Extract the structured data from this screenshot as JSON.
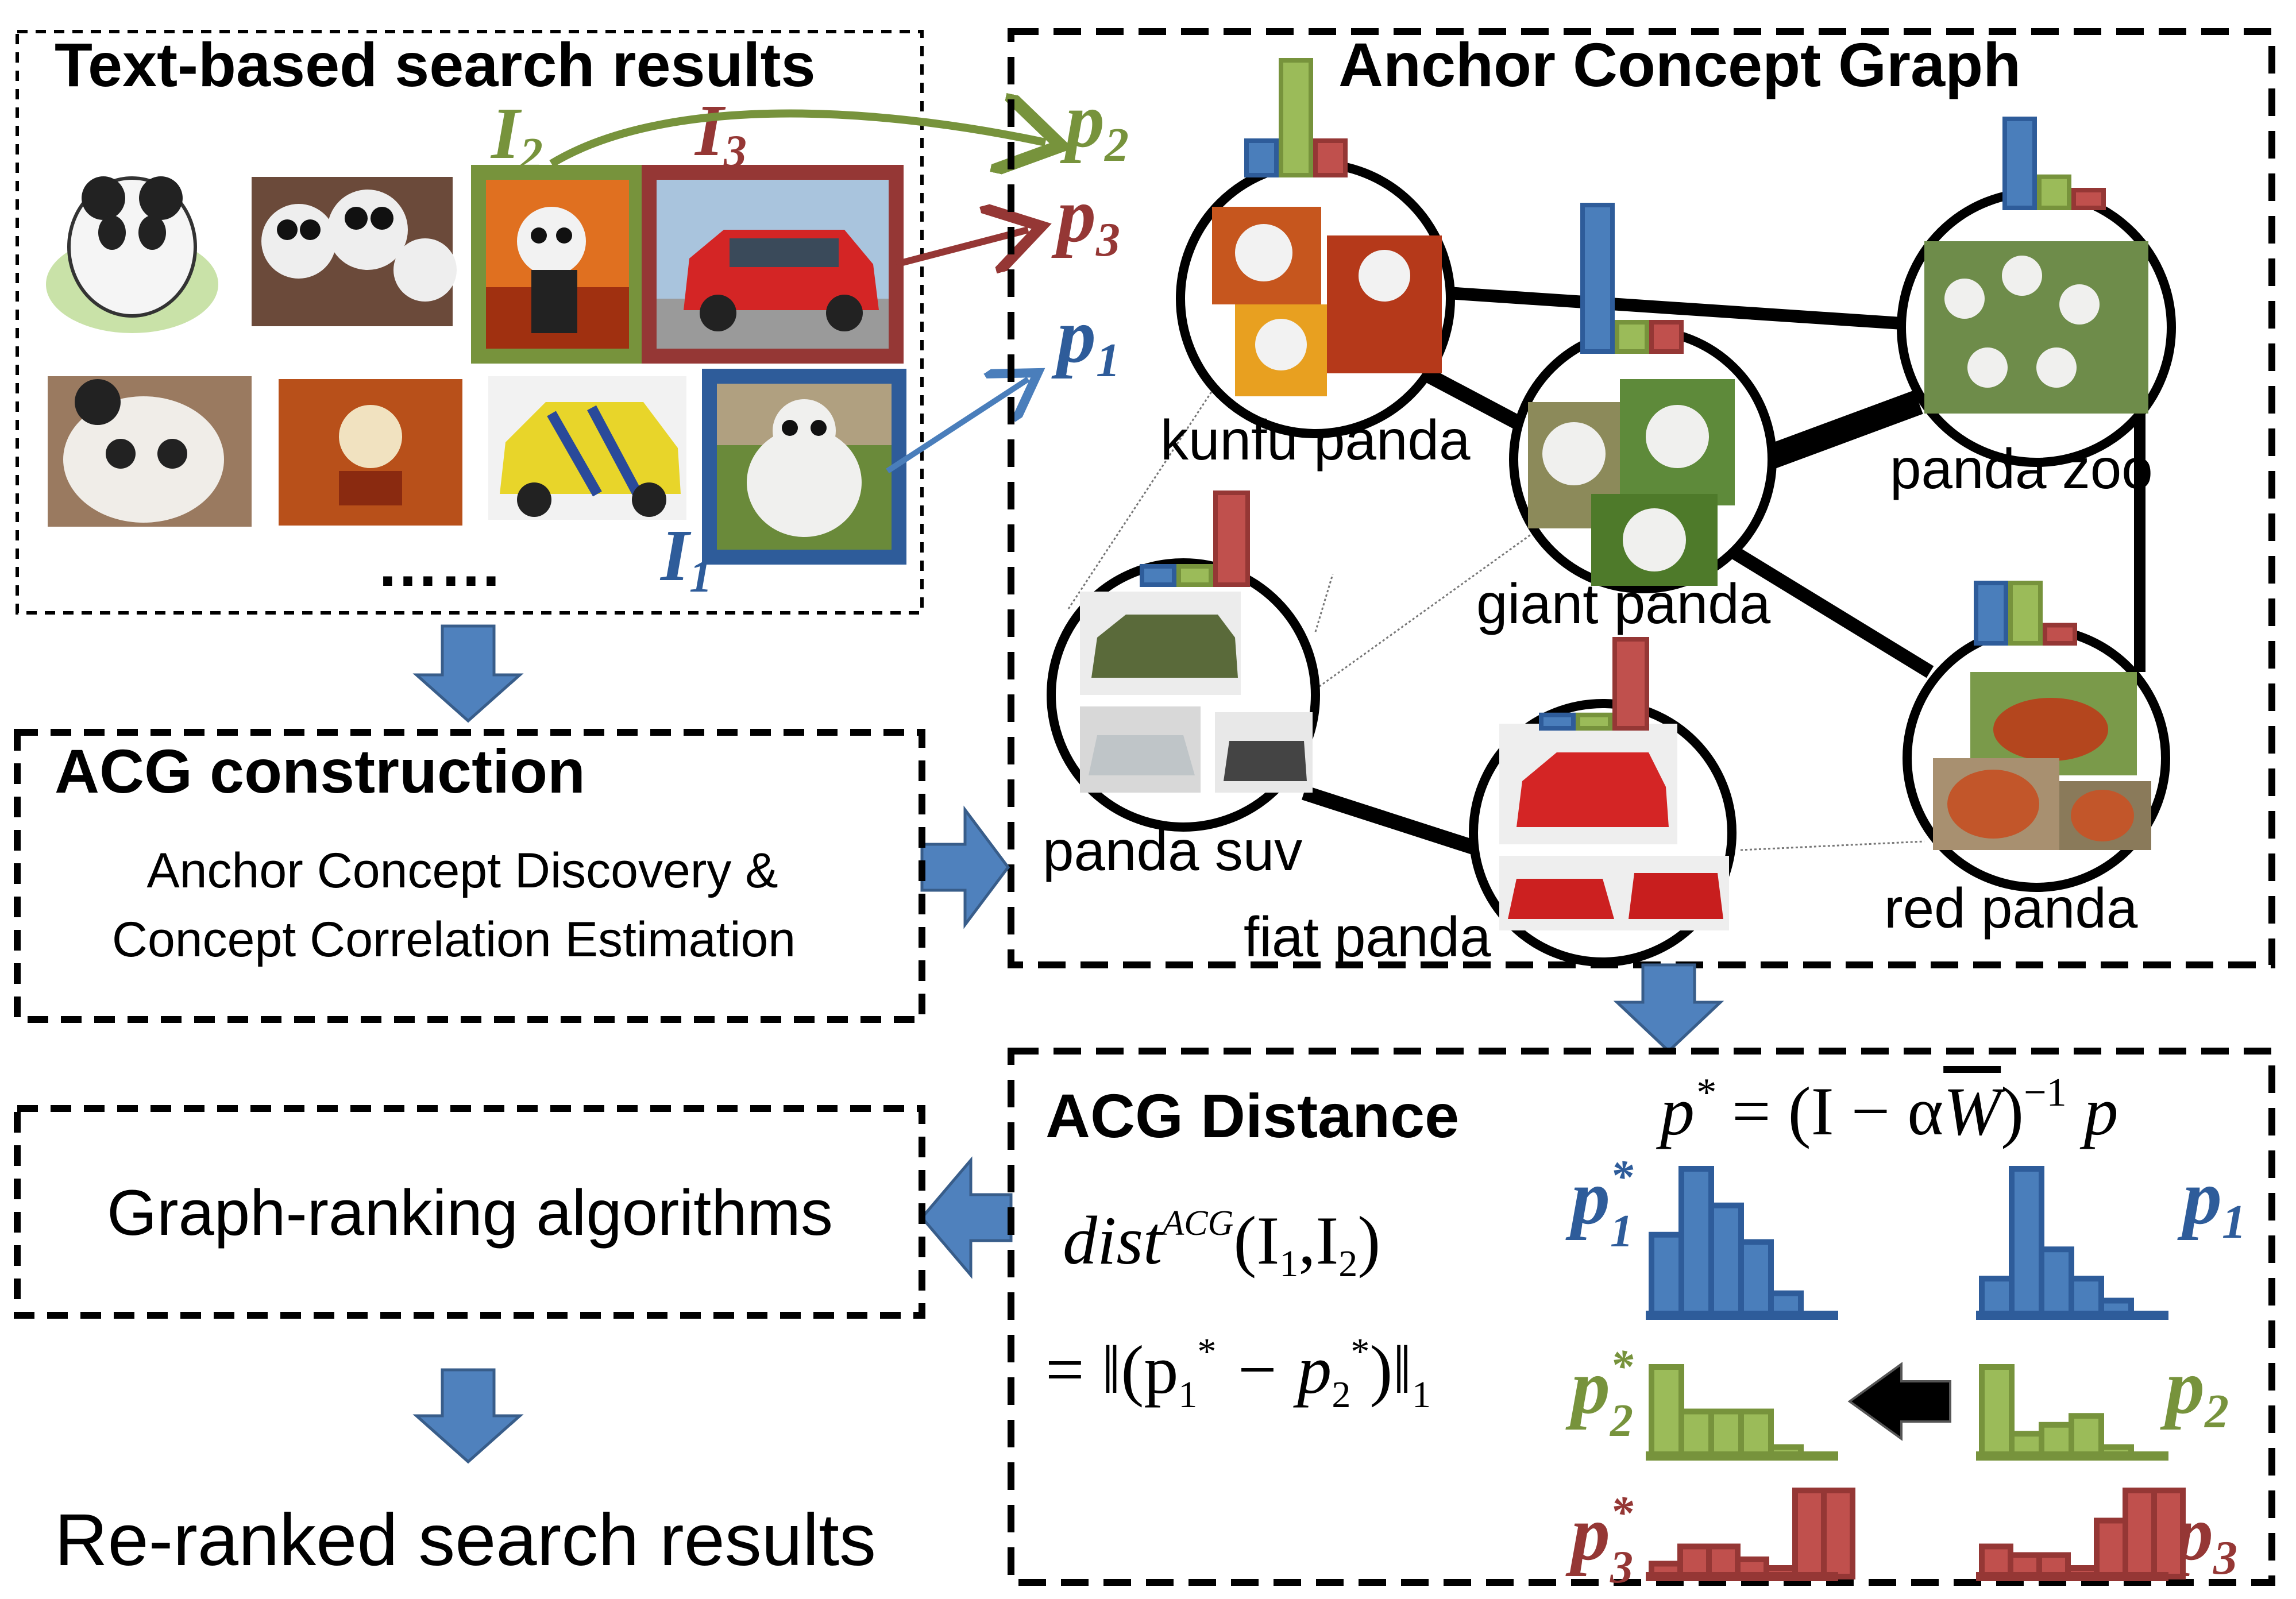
{
  "colors": {
    "blue": "#2E5C9A",
    "blue_fill": "#4A7EBB",
    "green": "#77933C",
    "green_fill": "#9BBB59",
    "red": "#953735",
    "red_fill": "#C0504D",
    "arrow_fill": "#4F81BD",
    "arrow_stroke": "#385D8A"
  },
  "text_results": {
    "title": "Text-based search results",
    "ellipsis": "……",
    "label_i1": "I",
    "label_i1_sub": "1",
    "label_i2": "I",
    "label_i2_sub": "2",
    "label_i3": "I",
    "label_i3_sub": "3"
  },
  "query_vectors": {
    "p1": "p",
    "p1_sub": "1",
    "p2": "p",
    "p2_sub": "2",
    "p3": "p",
    "p3_sub": "3"
  },
  "acg": {
    "title": "Anchor Concept Graph",
    "concepts": {
      "kunfu": "kunfu panda",
      "giant": "giant panda",
      "zoo": "panda zoo",
      "suv": "panda suv",
      "fiat": "fiat panda",
      "red": "red panda"
    }
  },
  "construction": {
    "title": "ACG construction",
    "line1": "Anchor Concept Discovery &",
    "line2": "Concept Correlation Estimation"
  },
  "graph_ranking": {
    "label": "Graph-ranking algorithms"
  },
  "reranked": {
    "label": "Re-ranked search results"
  },
  "distance": {
    "title": "ACG Distance",
    "formula_top": "p* = (I − αW̄)⁻¹ p",
    "formula_top_lhs": "p",
    "formula_top_star": "*",
    "formula_top_eq": " = (I − α",
    "formula_top_w": "W",
    "formula_top_close": ")",
    "formula_top_inv": "−1",
    "formula_top_p": " p",
    "dist_word": "dist",
    "dist_sup": "ACG",
    "dist_args": "(I",
    "dist_args_1": "1",
    "dist_args_mid": ",I",
    "dist_args_2": "2",
    "dist_args_end": ")",
    "eq_line": "= ‖(p",
    "eq_star1": "*",
    "eq_sub1": "1",
    "eq_minus": " − p",
    "eq_star2": "*",
    "eq_sub2": "2",
    "eq_close": ")‖",
    "eq_norm": "1",
    "p1_star": "p",
    "p1_star_sup": "*",
    "p1_star_sub": "1",
    "p2_star": "p",
    "p2_star_sup": "*",
    "p2_star_sub": "2",
    "p3_star": "p",
    "p3_star_sup": "*",
    "p3_star_sub": "3",
    "p1": "p",
    "p1_sub": "1",
    "p2": "p",
    "p2_sub": "2",
    "p3": "p",
    "p3_sub": "3"
  },
  "histograms": {
    "p1_star": [
      0.55,
      1.0,
      0.75,
      0.5,
      0.15
    ],
    "p2_star": [
      1.0,
      0.5,
      0.5,
      0.5,
      0.1
    ],
    "p3_star": [
      0.15,
      0.35,
      0.35,
      0.2,
      0.1,
      1.0,
      1.0
    ],
    "p1": [
      0.25,
      1.0,
      0.45,
      0.25,
      0.1
    ],
    "p2": [
      1.0,
      0.25,
      0.35,
      0.45,
      0.1
    ],
    "p3": [
      0.35,
      0.25,
      0.25,
      0.1,
      0.65,
      1.0,
      1.0
    ],
    "concept_kunfu": [
      0.3,
      1.0,
      0.3
    ],
    "concept_giant": [
      1.0,
      0.2,
      0.2
    ],
    "concept_zoo": [
      1.0,
      0.35,
      0.2
    ],
    "concept_suv": [
      0.2,
      0.2,
      1.0
    ],
    "concept_fiat": [
      0.15,
      0.15,
      1.0
    ],
    "concept_red": [
      1.0,
      1.0,
      0.3
    ]
  }
}
